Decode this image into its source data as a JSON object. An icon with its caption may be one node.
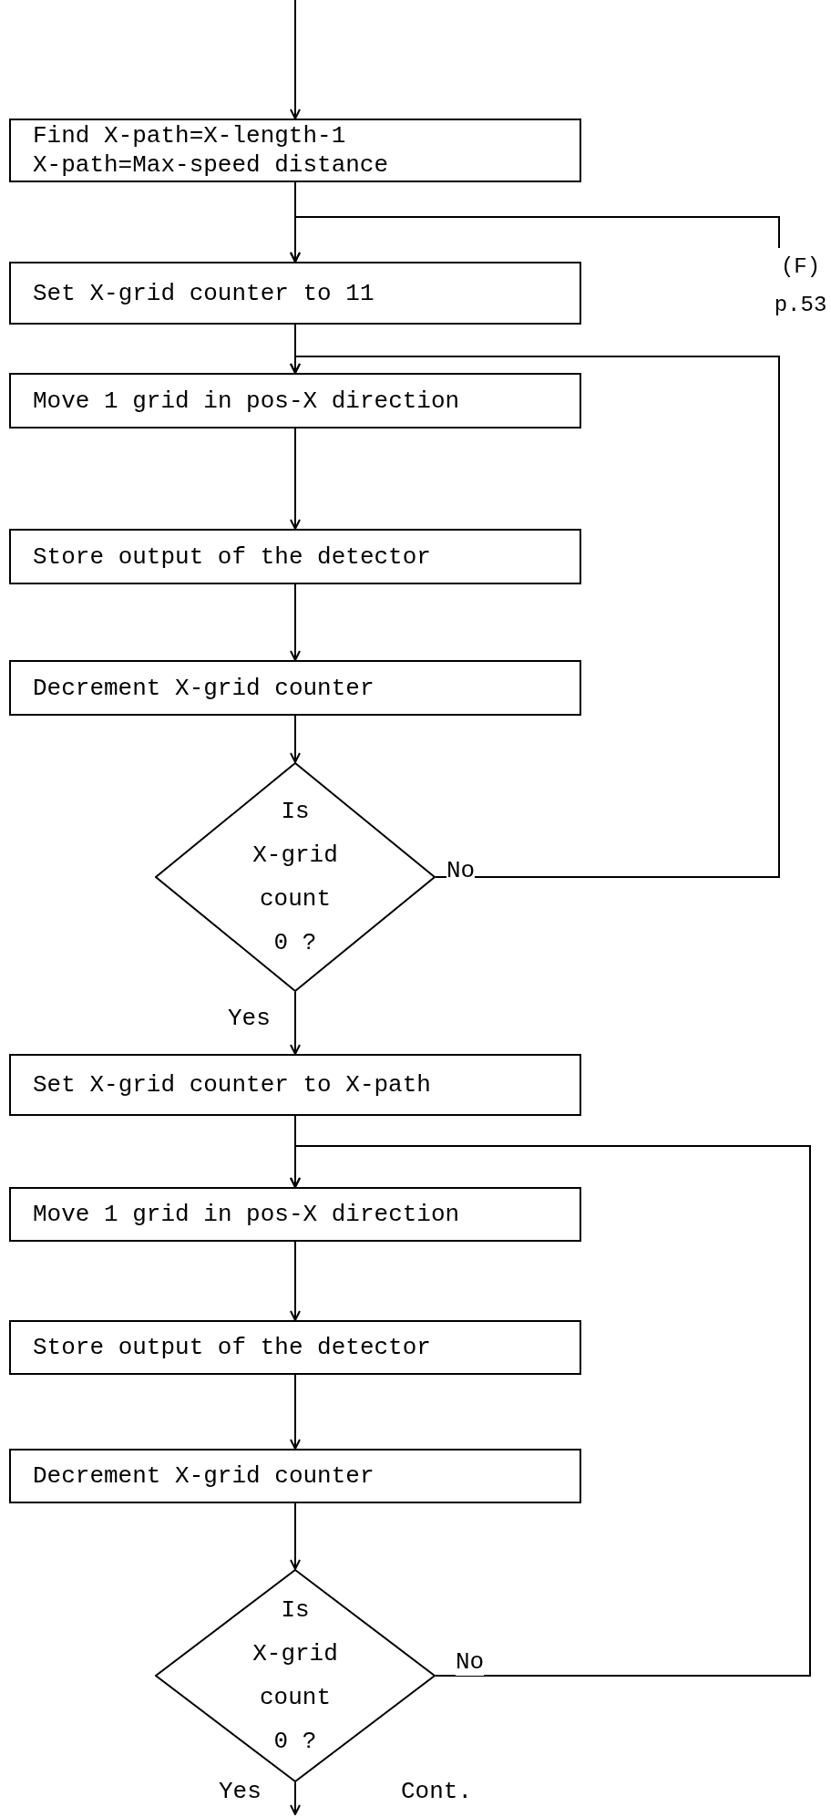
{
  "diagram": {
    "nodes": [
      {
        "text": [
          "Find X-path=X-length-1 X-path=Max-speed distance"
        ]
      },
      {
        "text": [
          "(F) p.53"
        ]
      },
      {
        "text": [
          "Set X-grid counter to 11"
        ]
      },
      {
        "text": [
          "Move 1 grid in pos-X direction"
        ]
      },
      {
        "text": [
          "Store output of the detector"
        ]
      },
      {
        "text": [
          "Decrement X-grid counter"
        ]
      },
      {
        "text": [
          "Is X-grid count 0 ?"
        ]
      },
      {
        "text": [
          "Set X-grid counter to X-path"
        ]
      },
      {
        "text": [
          "Move 1 grid in pos-X direction"
        ]
      },
      {
        "text": [
          "Store output of the detector"
        ]
      },
      {
        "text": [
          "Decrement X-grid counter"
        ]
      },
      {
        "text": [
          "Is X-grid count 0 ?"
        ]
      }
    ],
    "edges": [
      {
        "from": null,
        "to": 0,
        "arrow": "to"
      },
      {
        "from": 0,
        "to": 2,
        "arrow": "to"
      },
      {
        "from": 1,
        "to": 2,
        "arrow": "to"
      },
      {
        "from": 2,
        "to": 3,
        "arrow": "to"
      },
      {
        "from": 3,
        "to": 4,
        "arrow": "to"
      },
      {
        "from": 4,
        "to": 5,
        "arrow": "to"
      },
      {
        "from": 5,
        "to": 6,
        "arrow": "to"
      },
      {
        "from": 6,
        "to": 3,
        "arrow": "to",
        "label": "No"
      },
      {
        "from": 6,
        "to": 7,
        "arrow": "to",
        "label": "Yes"
      },
      {
        "from": 7,
        "to": 8,
        "arrow": "to"
      },
      {
        "from": 8,
        "to": 9,
        "arrow": "to"
      },
      {
        "from": 9,
        "to": 10,
        "arrow": "to"
      },
      {
        "from": 10,
        "to": 11,
        "arrow": "to"
      },
      {
        "from": 11,
        "to": 8,
        "arrow": "to",
        "label": "No"
      },
      {
        "from": 11,
        "to": null,
        "arrow": "to",
        "label": "Yes"
      }
    ],
    "labels": [
      "Cont."
    ]
  }
}
